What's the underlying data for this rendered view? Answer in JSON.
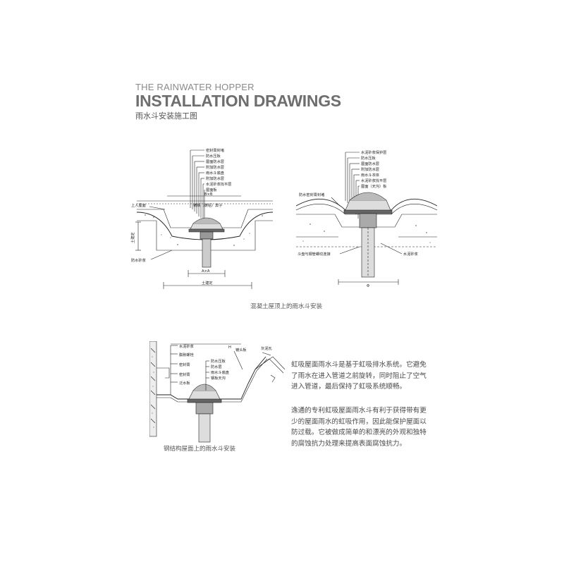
{
  "header": {
    "subtitle": "THE RAINWATER HOPPER",
    "title": "INSTALLATION DRAWINGS",
    "cn_title": "雨水斗安装施工图"
  },
  "drawing1": {
    "labels": [
      "密封膏封堵",
      "防水压板",
      "屋面防水层",
      "附加防水层",
      "雨水斗底盘",
      "附加防水层",
      "水泥砂浆找平层",
      "屋面板"
    ],
    "dim_top": "B×B",
    "left_label": "上人屋面",
    "grate_label": "铸铁（铸铝）箅子",
    "bottom_left_label": "防水砂浆",
    "dim_inner": "A×A",
    "dim_bottom": "土建定",
    "side_label": "土建定"
  },
  "drawing2": {
    "labels": [
      "水泥砂浆保护层",
      "防水压板",
      "屋面防水层",
      "附加防水层",
      "雨水斗本体",
      "水泥砂浆找平层",
      "屋面（天沟）板"
    ],
    "left_label": "防水密封膏封堵",
    "bottom_left_label": "斗盘与钢管螺纹连接",
    "bottom_right_label": "水泥砂浆",
    "dim": "Φ"
  },
  "caption1": "混凝土屋顶上的雨水斗安装",
  "drawing3": {
    "left_labels": [
      "水泥砂浆",
      "膨胀螺栓",
      "密封膏",
      "密封膏",
      "泛水板"
    ],
    "top_label": "H",
    "mid_label": "镀头板",
    "right_labels": [
      "防水压板",
      "防水层",
      "雨水斗底盘",
      "钢板天沟"
    ],
    "corner_label": "灰泥瓦"
  },
  "caption2": "钢结构屋面上的雨水斗安装",
  "para1": "虹吸屋面雨水斗是基于虹吸排水系统。它避免了雨水在进入管道之前旋转，同时阻止了空气进入管道，最后保持了虹吸系统顺畅。",
  "para2": "逸通的专利虹吸屋面雨水斗有利于获得带有更少的屋面雨水的虹吸作用，因此能保护屋面以防过载。它被做成简单的和漂亮的外观和独特的腐蚀抗力处理来提高表面腐蚀抗力。"
}
